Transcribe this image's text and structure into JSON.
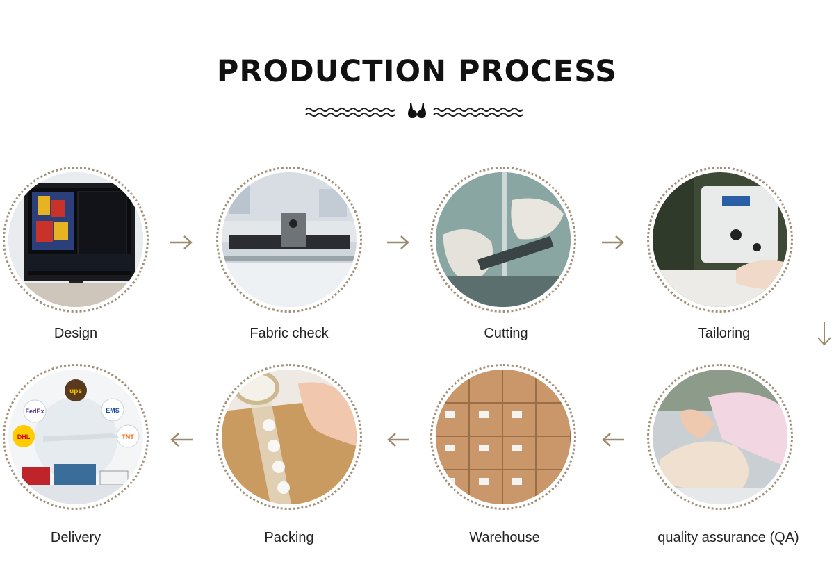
{
  "header": {
    "title": "PRODUCTION PROCESS",
    "divider_icon": "bra-icon"
  },
  "steps": [
    {
      "label": "Design",
      "icon": "design-monitor-photo"
    },
    {
      "label": "Fabric check",
      "icon": "fabric-cutting-machine-photo"
    },
    {
      "label": "Cutting",
      "icon": "hand-cutting-photo"
    },
    {
      "label": "Tailoring",
      "icon": "sewing-machine-photo"
    },
    {
      "label": "quality assurance (QA)",
      "icon": "quality-inspection-photo"
    },
    {
      "label": "Warehouse",
      "icon": "warehouse-boxes-photo"
    },
    {
      "label": "Packing",
      "icon": "packing-tape-photo"
    },
    {
      "label": "Delivery",
      "icon": "delivery-logistics-photo"
    }
  ],
  "delivery_logos": [
    "FedEx",
    "ups",
    "EMS",
    "DHL",
    "TNT"
  ],
  "colors": {
    "ring": "#a2917a",
    "arrow": "#9c8a6e",
    "title": "#111111"
  }
}
